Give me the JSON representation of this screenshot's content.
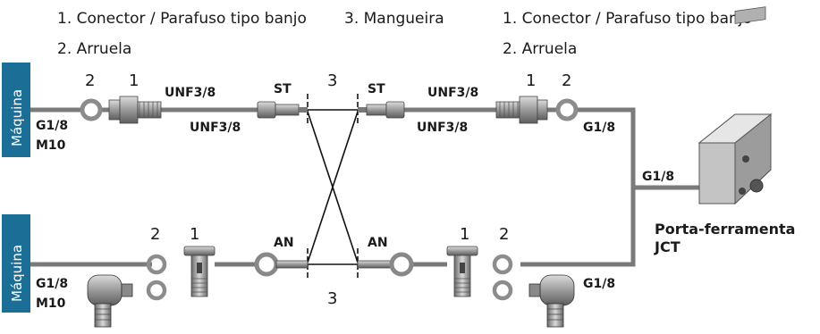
{
  "legend": {
    "left_item1": "1. Conector / Parafuso tipo banjo",
    "left_item2": "2. Arruela",
    "middle_item3": "3. Mangueira",
    "right_item1": "1. Conector / Parafuso tipo banjo",
    "right_item2": "2. Arruela"
  },
  "machine_tabs": {
    "top": "Máquina",
    "bottom": "Máquina"
  },
  "top_row": {
    "left_thread1": "G1/8",
    "left_thread2": "M10",
    "num2_left": "2",
    "num1_left": "1",
    "unf_left_upper": "UNF3/8",
    "unf_left_lower": "UNF3/8",
    "st_left": "ST",
    "hose_num": "3",
    "st_right": "ST",
    "unf_right_upper": "UNF3/8",
    "unf_right_lower": "UNF3/8",
    "num1_right": "1",
    "num2_right": "2",
    "right_thread": "G1/8"
  },
  "bottom_row": {
    "left_thread1": "G1/8",
    "left_thread2": "M10",
    "num2_left": "2",
    "num1_left": "1",
    "an_left": "AN",
    "hose_num": "3",
    "an_right": "AN",
    "num1_right": "1",
    "num2_right": "2",
    "right_thread": "G1/8"
  },
  "tool_holder": {
    "thread": "G1/8",
    "name_line1": "Porta-ferramenta",
    "name_line2": "JCT"
  },
  "colors": {
    "tab_blue": "#1b6e96",
    "line_gray": "#7a7a7a",
    "metal": "#a8a8a8"
  }
}
